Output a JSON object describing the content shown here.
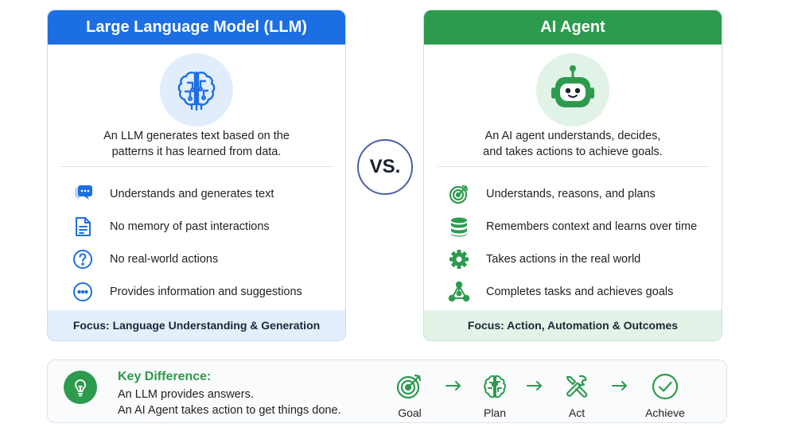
{
  "llm": {
    "title": "Large Language Model (LLM)",
    "hero_icon": "brain-circuit-icon",
    "description": [
      "An LLM generates text based on the",
      "patterns it has learned from data."
    ],
    "features": [
      {
        "icon": "chat-bubble-icon",
        "text": "Understands and generates text"
      },
      {
        "icon": "document-icon",
        "text": "No memory of past interactions"
      },
      {
        "icon": "question-circle-icon",
        "text": "No real-world actions"
      },
      {
        "icon": "ellipsis-circle-icon",
        "text": "Provides information and suggestions"
      }
    ],
    "focus": "Focus: Language Understanding & Generation",
    "color": "#1c6fe3"
  },
  "vs_label": "VS.",
  "agent": {
    "title": "AI Agent",
    "hero_icon": "robot-icon",
    "description": [
      "An AI agent understands, decides,",
      "and takes actions to achieve goals."
    ],
    "features": [
      {
        "icon": "target-icon",
        "text": "Understands, reasons, and plans"
      },
      {
        "icon": "database-icon",
        "text": "Remembers context and learns over time"
      },
      {
        "icon": "gear-icon",
        "text": "Takes actions in the real world"
      },
      {
        "icon": "network-icon",
        "text": "Completes tasks and achieves goals"
      }
    ],
    "focus": "Focus: Action, Automation & Outcomes",
    "color": "#2d9b4e"
  },
  "key_difference": {
    "icon": "lightbulb-icon",
    "title": "Key Difference:",
    "lines": [
      "An LLM provides answers.",
      "An AI Agent takes action to get things done."
    ]
  },
  "flow": [
    {
      "icon": "target-icon",
      "label": "Goal"
    },
    {
      "icon": "brain-icon",
      "label": "Plan"
    },
    {
      "icon": "tools-icon",
      "label": "Act"
    },
    {
      "icon": "check-circle-icon",
      "label": "Achieve"
    }
  ]
}
